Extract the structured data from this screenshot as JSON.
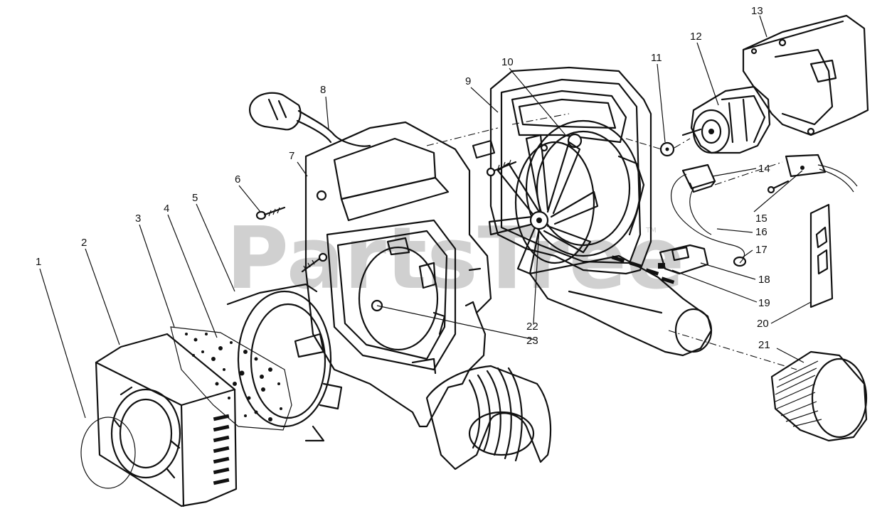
{
  "watermark": {
    "text": "PartsTree",
    "mark": "TM"
  },
  "callouts": [
    "1",
    "2",
    "3",
    "4",
    "5",
    "6",
    "7",
    "8",
    "9",
    "10",
    "11",
    "12",
    "13",
    "14",
    "15",
    "16",
    "17",
    "18",
    "19",
    "20",
    "21",
    "22",
    "23"
  ]
}
